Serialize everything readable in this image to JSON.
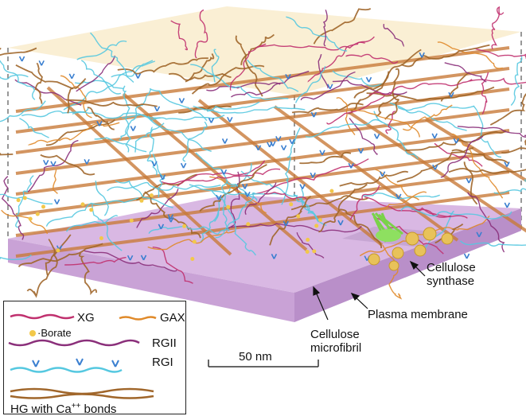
{
  "labels": {
    "cellulose_synthase_line1": "Cellulose",
    "cellulose_synthase_line2": "synthase",
    "plasma_membrane": "Plasma membrane",
    "microfibril_line1": "Cellulose",
    "microfibril_line2": "microfibril",
    "scale_bar": "50 nm"
  },
  "legend": {
    "xg": "XG",
    "gax": "GAX",
    "borate": "Borate",
    "rgii": "RGII",
    "rgi": "RGI",
    "hg": "HG with Ca",
    "hg_sup": "++",
    "hg_suffix": " bonds"
  },
  "colors": {
    "xg": "#c0306e",
    "gax": "#e08a2a",
    "borate": "#f2c84a",
    "rgii": "#8a2f7a",
    "rgi": "#55c8e0",
    "hg": "#a0662a",
    "microfibril": "#c87a3a",
    "membrane_top": "#d9b8e3",
    "membrane_side": "#b98fc9",
    "top_plane": "#f5e2b0",
    "synthase": "#e8c25a",
    "rosette": "#7ad24a"
  }
}
